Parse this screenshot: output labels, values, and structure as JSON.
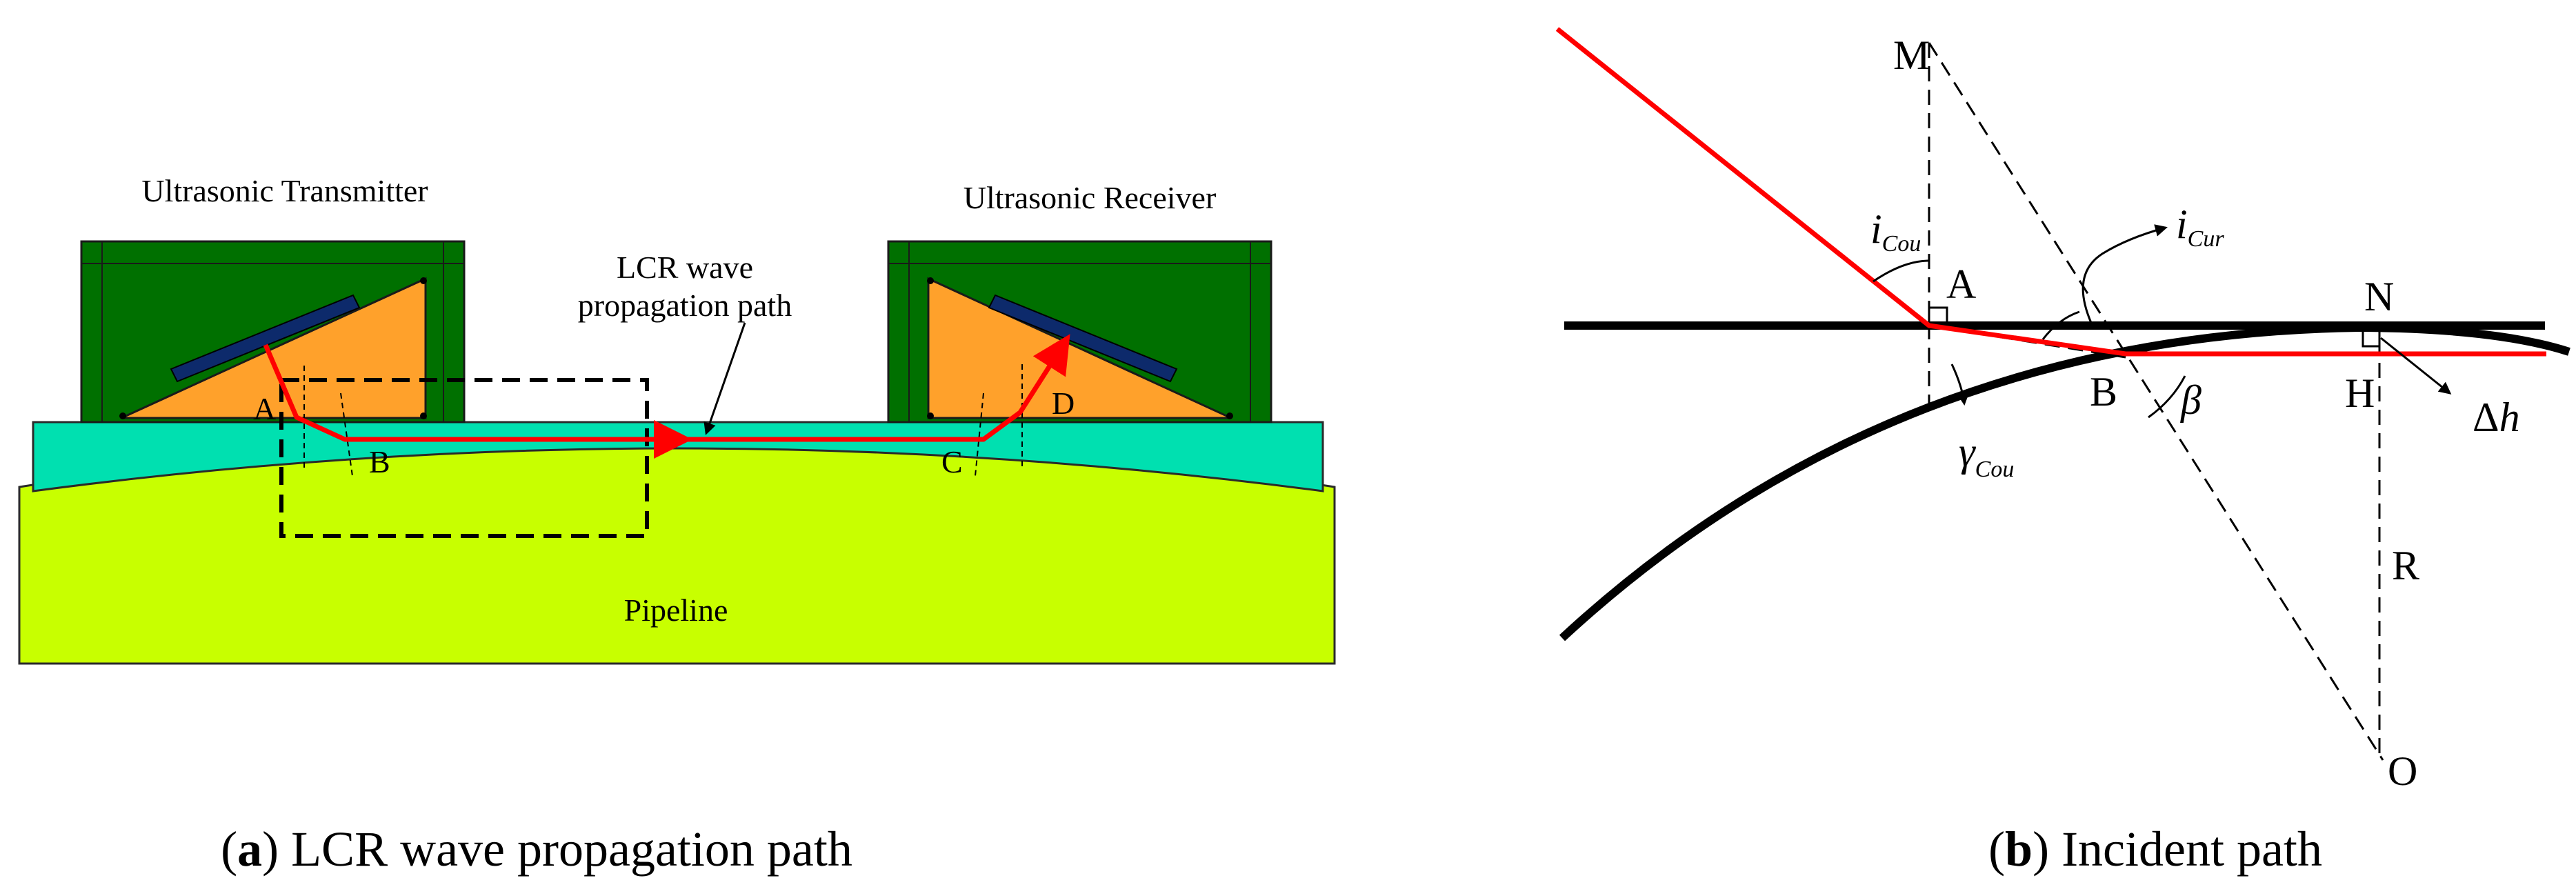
{
  "panel_a": {
    "label_transmitter": "Ultrasonic Transmitter",
    "label_receiver": "Ultrasonic Receiver",
    "label_path_line1": "LCR wave",
    "label_path_line2": "propagation path",
    "label_pipeline": "Pipeline",
    "point_a": "A",
    "point_b": "B",
    "point_c": "C",
    "point_d": "D",
    "caption_letter": "a",
    "caption_text": " LCR wave propagation path"
  },
  "panel_b": {
    "point_m": "M",
    "point_a": "A",
    "point_b": "B",
    "point_n": "N",
    "point_h": "H",
    "point_r": "R",
    "point_o": "O",
    "angle_i": "i",
    "angle_i_cou_sub": "Cou",
    "angle_i_cur_sub": "Cur",
    "angle_gamma": "γ",
    "angle_gamma_sub": "Cou",
    "angle_beta": "β",
    "delta_h_symbol": "Δ",
    "delta_h_var": "h",
    "caption_letter": "b",
    "caption_text": " Incident path"
  },
  "colors": {
    "wave_path": "#ff0000",
    "wedge_housing": "#007000",
    "wedge": "#ffa12b",
    "transducer": "#0d2a6b",
    "couplant": "#00e0b0",
    "pipeline": "#c8ff00",
    "lines": "#000000"
  }
}
